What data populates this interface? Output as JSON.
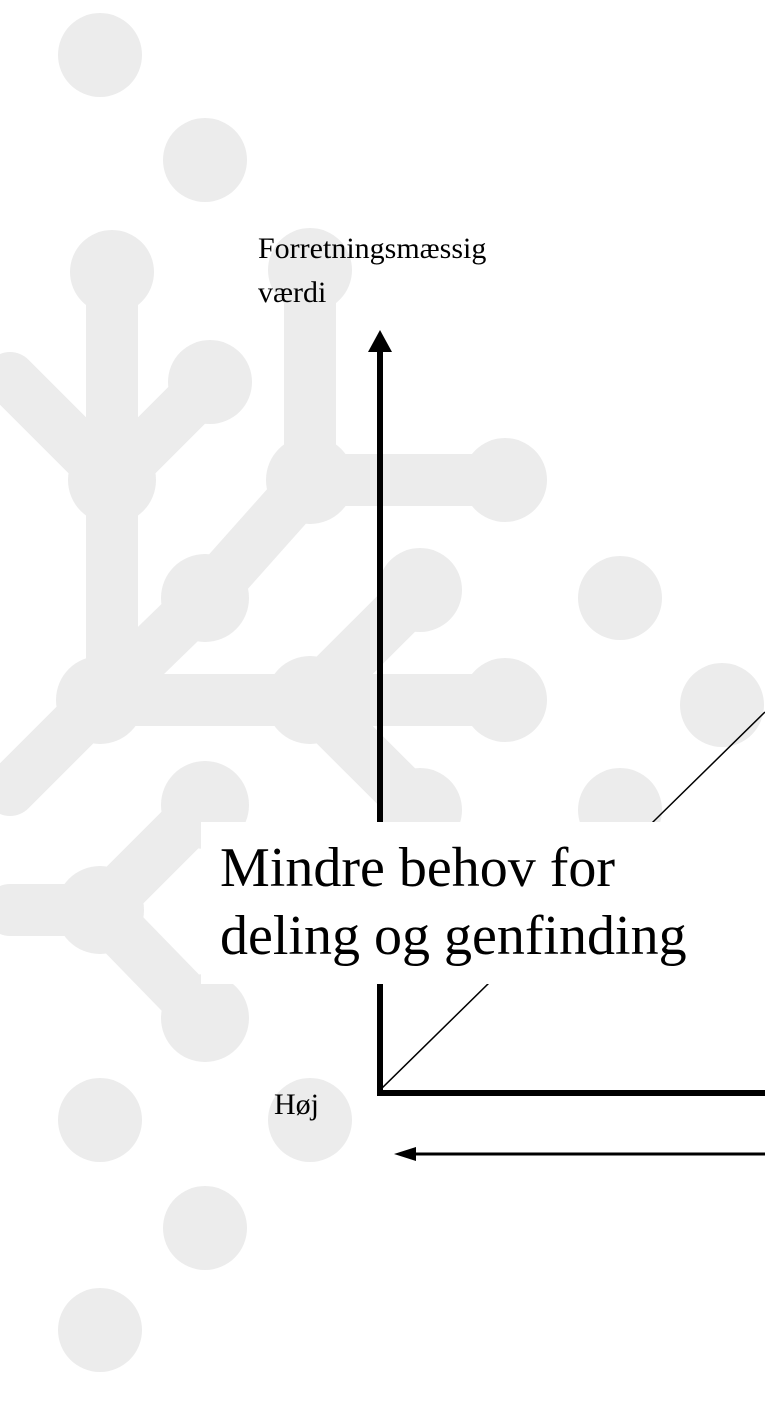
{
  "colors": {
    "background": "#ffffff",
    "watermark": "#ececec",
    "ink": "#000000"
  },
  "diagram": {
    "y_axis_label": [
      "Forretningsmæssig",
      "værdi"
    ],
    "x_axis_left_label": "Høj",
    "center_label": [
      "Mindre behov for",
      "deling og genfinding"
    ]
  }
}
